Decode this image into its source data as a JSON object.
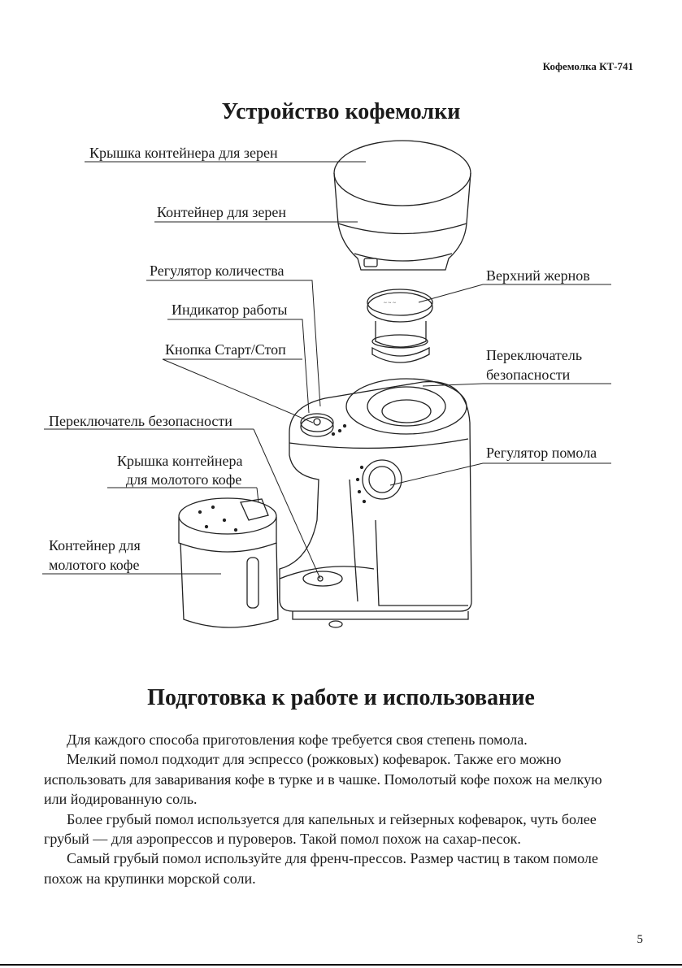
{
  "header": {
    "model": "Кофемолка КТ-741"
  },
  "section1": {
    "title": "Устройство кофемолки"
  },
  "labels": {
    "bean_lid": "Крышка контейнера для зерен",
    "bean_container": "Контейнер для зерен",
    "quantity_regulator": "Регулятор количества",
    "work_indicator": "Индикатор работы",
    "start_stop": "Кнопка Старт/Стоп",
    "safety_switch_left": "Переключатель безопасности",
    "ground_lid_line1": "Крышка контейнера",
    "ground_lid_line2": "для молотого кофе",
    "ground_container_line1": "Контейнер для",
    "ground_container_line2": "молотого кофе",
    "upper_burr": "Верхний жернов",
    "safety_switch_right_line1": "Переключатель",
    "safety_switch_right_line2": "безопасности",
    "grind_regulator": "Регулятор помола"
  },
  "section2": {
    "title": "Подготовка к работе и использование",
    "paragraphs": [
      "Для каждого способа приготовления кофе требуется своя степень помола.",
      "Мелкий помол подходит для эспрессо (рожковых) кофеварок. Также его можно использовать для заваривания кофе в турке и в чашке. Помолотый кофе похож на мелкую или йодированную соль.",
      "Более грубый помол используется для  капельных  и гейзерных кофеварок, чуть более грубый — для аэропрессов и пуроверов. Такой помол похож на сахар-песок.",
      "Самый грубый помол используйте для френч-прессов. Размер частиц в таком помоле похож на крупинки морской соли."
    ]
  },
  "footer": {
    "page_number": "5"
  }
}
